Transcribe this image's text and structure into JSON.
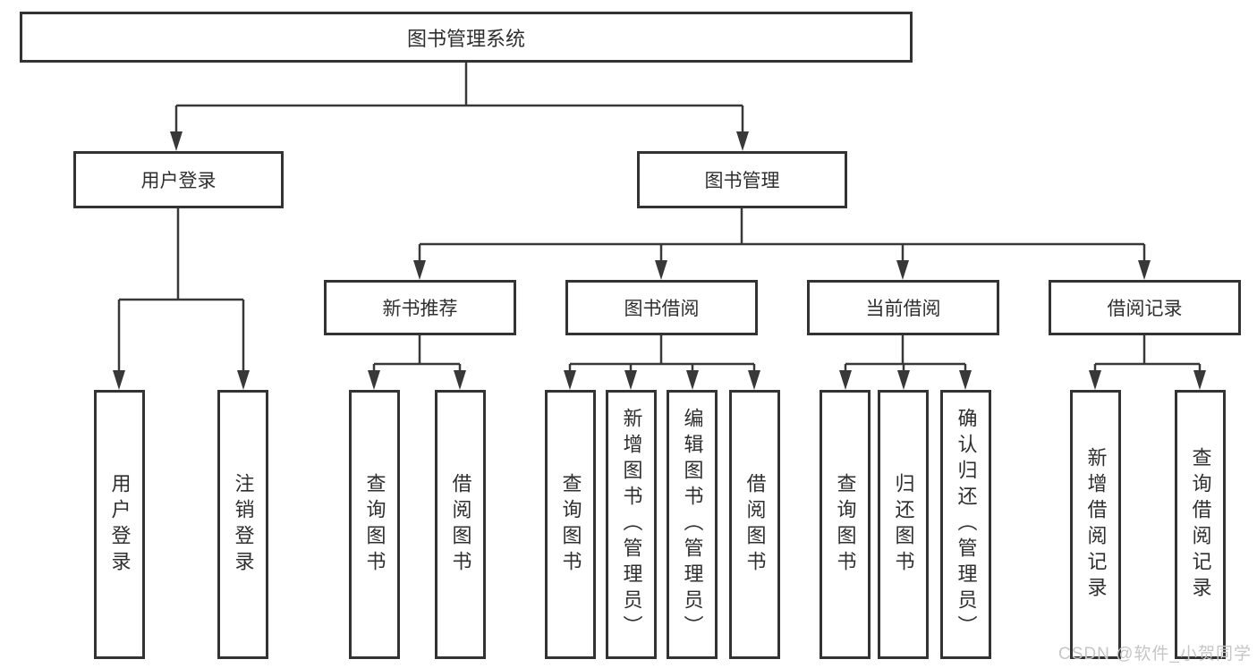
{
  "diagram": {
    "type": "hierarchy-tree",
    "root": {
      "label": "图书管理系统",
      "children": [
        {
          "label": "用户登录",
          "children": [
            {
              "label": "用户登录"
            },
            {
              "label": "注销登录"
            }
          ]
        },
        {
          "label": "图书管理",
          "children": [
            {
              "label": "新书推荐",
              "children": [
                {
                  "label": "查询图书"
                },
                {
                  "label": "借阅图书"
                }
              ]
            },
            {
              "label": "图书借阅",
              "children": [
                {
                  "label": "查询图书"
                },
                {
                  "label": "新增图书（管理员）"
                },
                {
                  "label": "编辑图书（管理员）"
                },
                {
                  "label": "借阅图书"
                }
              ]
            },
            {
              "label": "当前借阅",
              "children": [
                {
                  "label": "查询图书"
                },
                {
                  "label": "归还图书"
                },
                {
                  "label": "确认归还（管理员）"
                }
              ]
            },
            {
              "label": "借阅记录",
              "children": [
                {
                  "label": "新增借阅记录"
                },
                {
                  "label": "查询借阅记录"
                }
              ]
            }
          ]
        }
      ]
    }
  },
  "watermark": {
    "text": "CSDN @软件_小贺同学",
    "color": "#c6c6c6"
  },
  "colors": {
    "box_border": "#333333",
    "connector": "#383838",
    "text": "#2f2f2f",
    "background": "#ffffff"
  }
}
